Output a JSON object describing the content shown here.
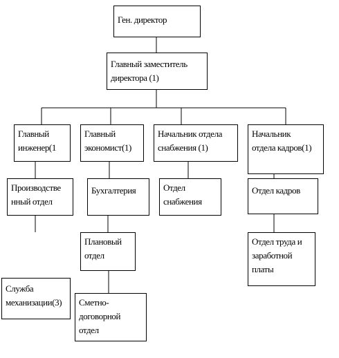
{
  "org_chart": {
    "gen_director": "Ген. директор",
    "chief_deputy": "Главный заместитель\nдиректора (1)",
    "chief_engineer": "Главный\nинженер(1",
    "chief_economist": "Главный\nэкономист(1)",
    "head_supply": "Начальник отдела\nснабжения (1)",
    "head_hr": "Начальник\nотдела кадров(1)",
    "production_dept": "Производстве\nнный отдел",
    "accounting": "Бухгалтерия",
    "supply_dept": "Отдел\nснабжения",
    "hr_dept": "Отдел кадров",
    "planning_dept": "Плановый\nотдел",
    "labor_wages_dept": "Отдел труда и\nзаработной\nплаты",
    "mechanization_service": "Служба\nмеханизации(3)",
    "estimate_contract_dept": "Сметно-\nдоговорной\nотдел"
  }
}
